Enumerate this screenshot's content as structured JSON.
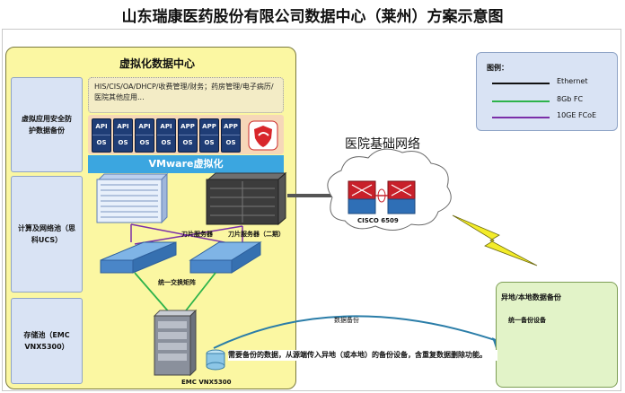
{
  "title": "山东瑞康医药股份有限公司数据中心（莱州）方案示意图",
  "datacenter": {
    "title": "虚拟化数据中心",
    "side_labels": [
      "虚拟应用安全防护数据备份",
      "计算及网络池（思科UCS）",
      "存储池（EMC VNX5300）"
    ],
    "apps_text": "HIS/CIS/OA/DHCP/收费管理/财务；药房管理/电子病历/医院其他应用...",
    "vm_tiles": [
      {
        "top": "API",
        "bottom": "OS"
      },
      {
        "top": "API",
        "bottom": "OS"
      },
      {
        "top": "API",
        "bottom": "OS"
      },
      {
        "top": "API",
        "bottom": "OS"
      },
      {
        "top": "APP",
        "bottom": "OS"
      },
      {
        "top": "APP",
        "bottom": "OS"
      },
      {
        "top": "APP",
        "bottom": "OS"
      }
    ],
    "vmware_label": "VMware虚拟化",
    "blade_left_label": "刀片服务器",
    "blade_right_label": "刀片服务器（二期）",
    "fabric_label": "统一交换矩阵",
    "storage_label": "EMC VNX5300"
  },
  "legend": {
    "title": "图例：",
    "items": [
      {
        "label": "Ethernet",
        "color": "#111111"
      },
      {
        "label": "8Gb FC",
        "color": "#2db34a"
      },
      {
        "label": "10GE FCoE",
        "color": "#7b2fa8"
      }
    ]
  },
  "network": {
    "title": "医院基础网络",
    "switch_label": "CISCO 6509"
  },
  "backup": {
    "title": "异地/本地数据备份",
    "device_label": "统一备份设备",
    "arc_label": "数据备份"
  },
  "note": "需要备份的数据，从源端传入异地（或本地）的备份设备，含重复数据删除功能。"
}
